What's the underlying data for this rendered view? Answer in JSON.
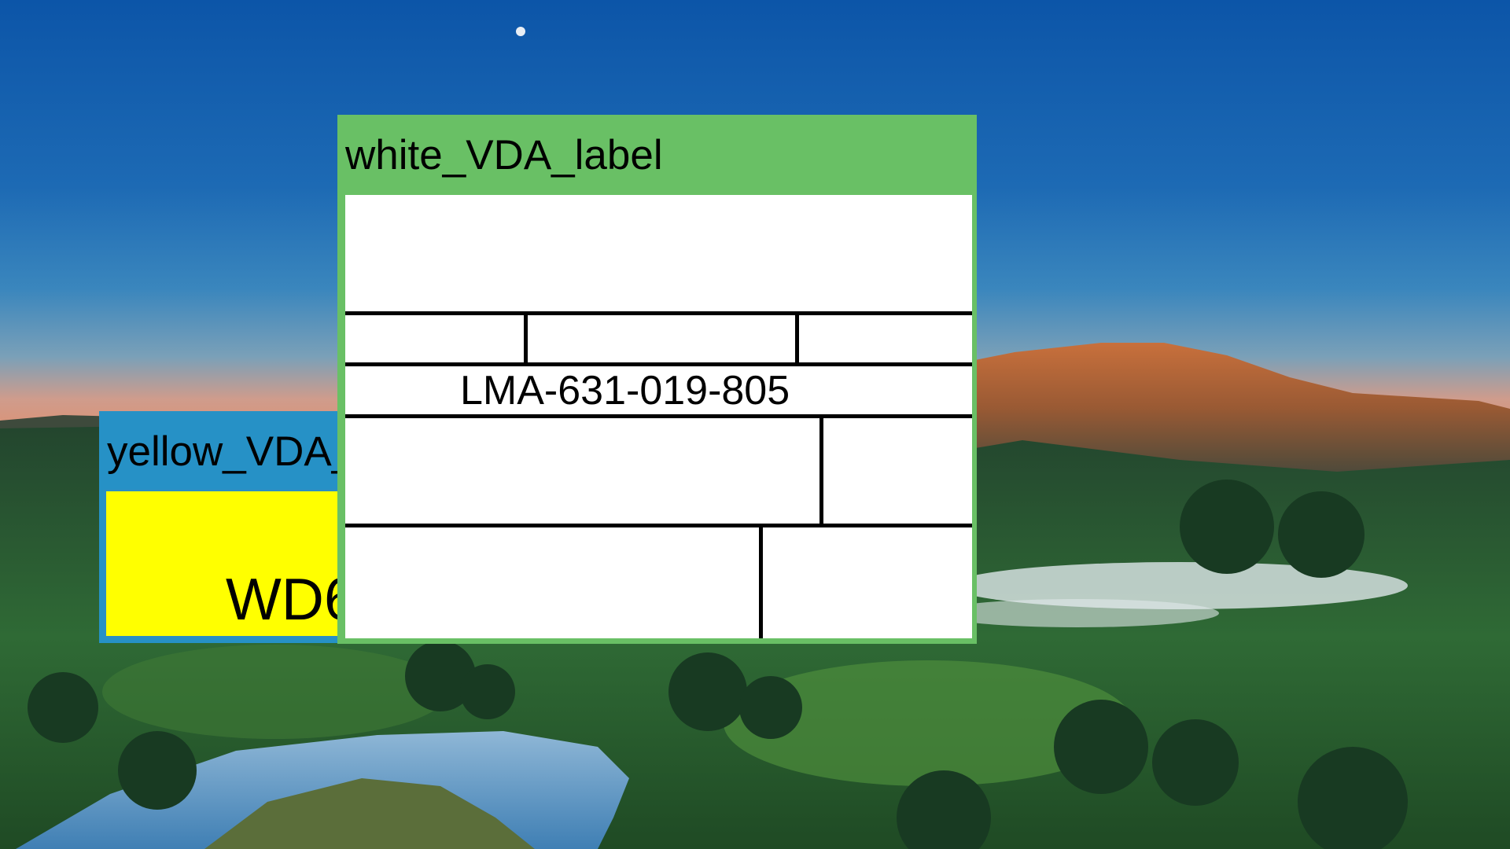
{
  "desktop": {
    "wallpaper_icon": "landscape-wallpaper"
  },
  "yellow_window": {
    "title": "yellow_VDA_label",
    "code_text": "WD6",
    "colors": {
      "frame": "#2691c6",
      "content": "#ffff00"
    }
  },
  "white_window": {
    "title": "white_VDA_label",
    "code_text": "LMA-631-019-805",
    "colors": {
      "frame": "#69c065",
      "content": "#ffffff"
    }
  }
}
